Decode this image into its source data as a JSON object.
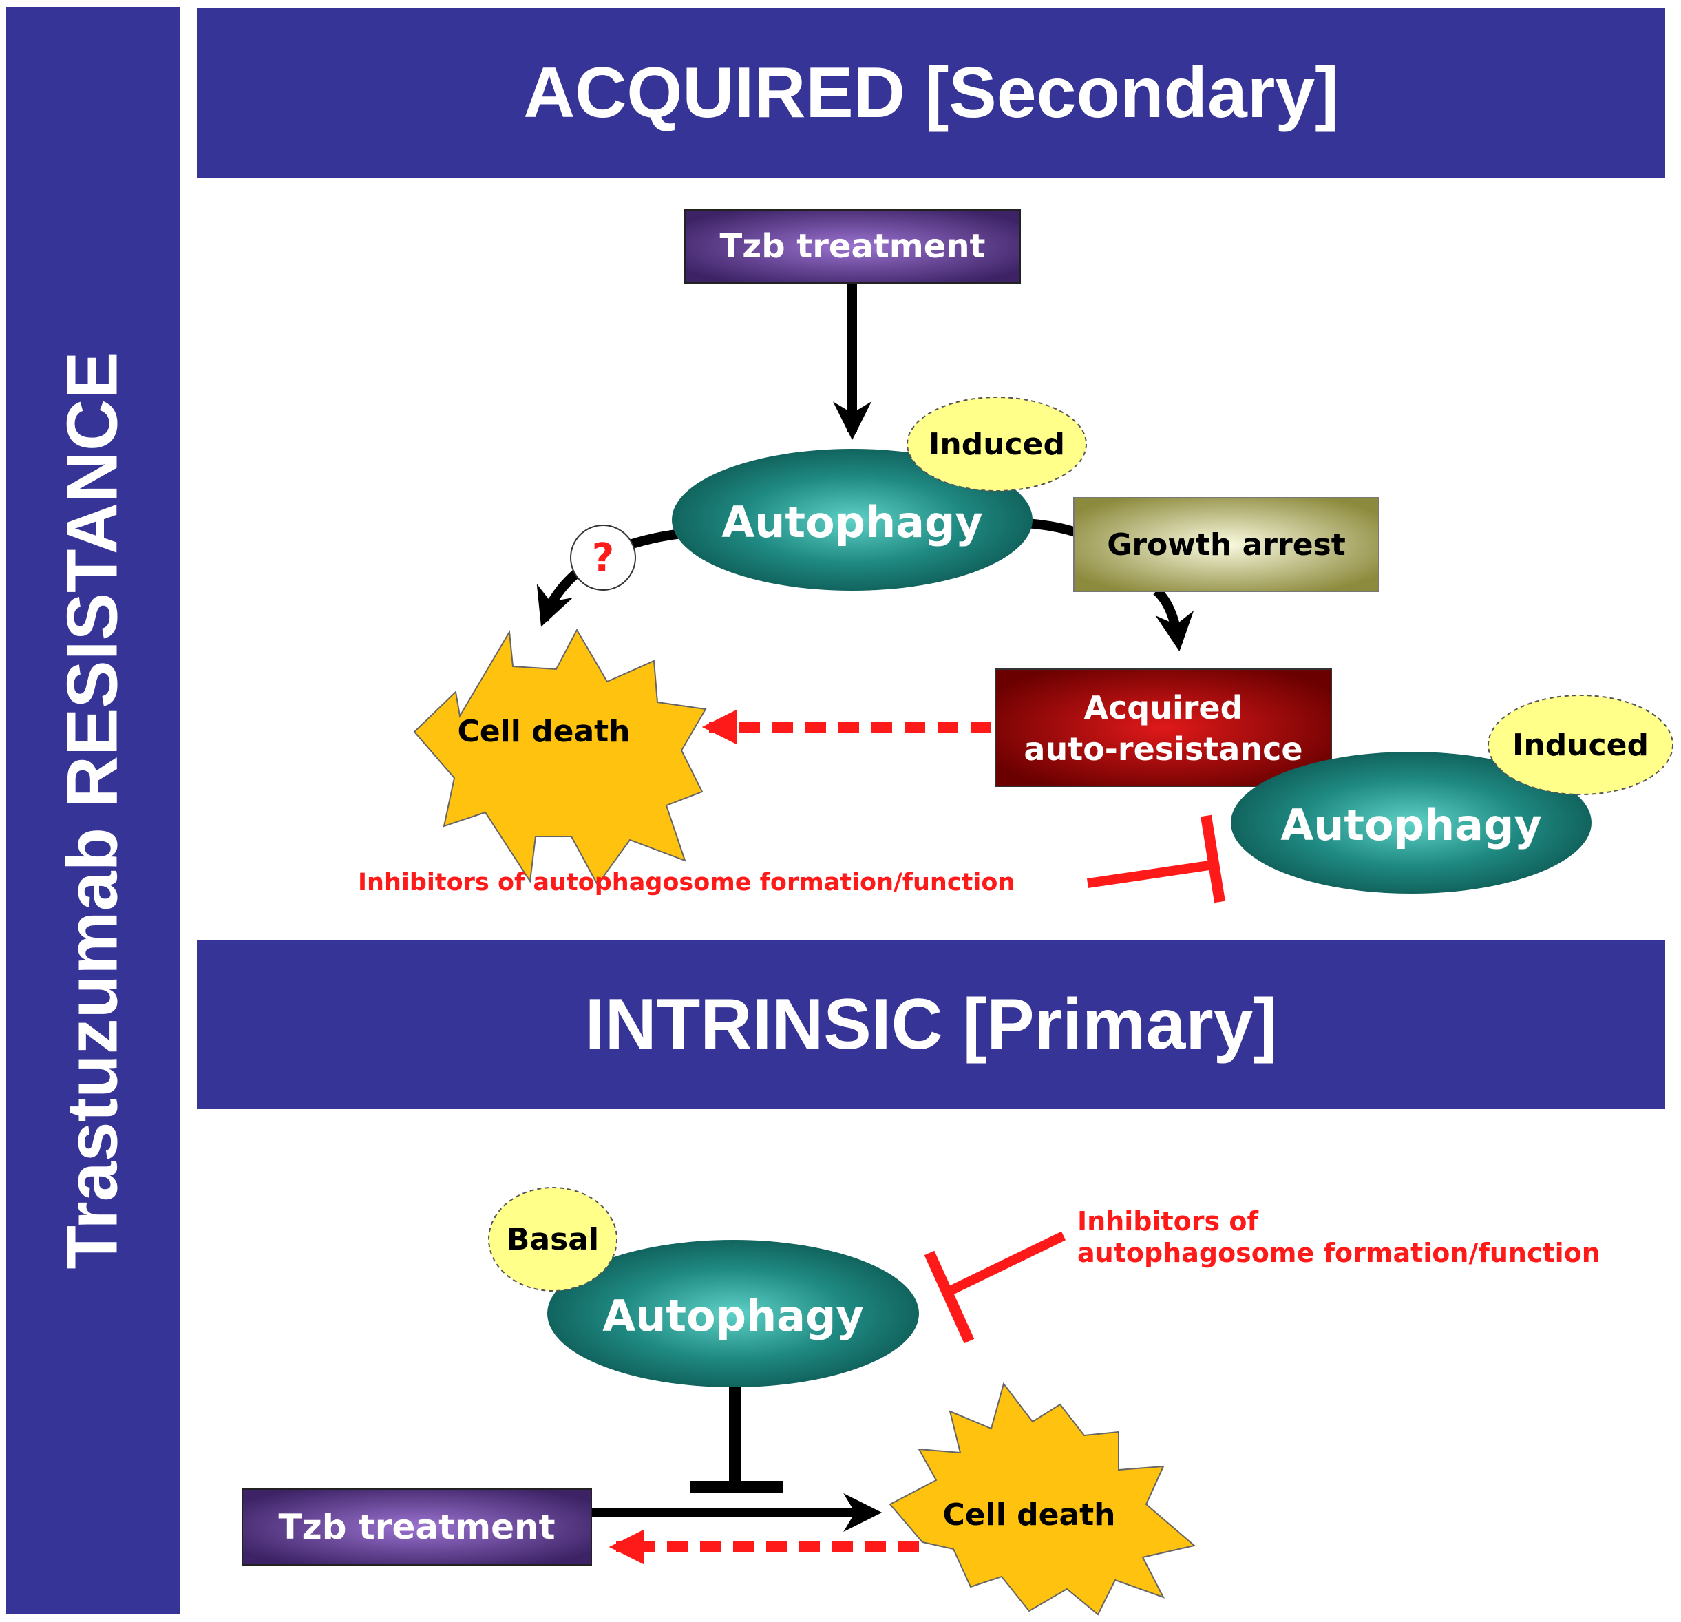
{
  "side_title": "Trastuzumab RESISTANCE",
  "acquired": {
    "header": "ACQUIRED [Secondary]",
    "tzb_treatment": "Tzb treatment",
    "autophagy": "Autophagy",
    "induced_tag": "Induced",
    "question_mark": "?",
    "growth_arrest": "Growth arrest",
    "cell_death": "Cell death",
    "auto_resistance_line1": "Acquired",
    "auto_resistance_line2": "auto-resistance",
    "autophagy_2": "Autophagy",
    "induced_tag_2": "Induced",
    "inhibitors": "Inhibitors of autophagosome formation/function"
  },
  "intrinsic": {
    "header": "INTRINSIC [Primary]",
    "basal_tag": "Basal",
    "autophagy": "Autophagy",
    "inhibitors_line1": "Inhibitors of",
    "inhibitors_line2": "autophagosome formation/function",
    "tzb_treatment": "Tzb treatment",
    "cell_death": "Cell death"
  },
  "colors": {
    "banner": "#363496",
    "autophagy": "#1f7f77",
    "induced": "#ffff8a",
    "inhibitor": "#ff1a1a",
    "cell_death": "#ffc20e",
    "growth_arrest": "#b5b35a",
    "auto_resistance": "#a80a0a",
    "tzb": "#5a3a8a"
  }
}
